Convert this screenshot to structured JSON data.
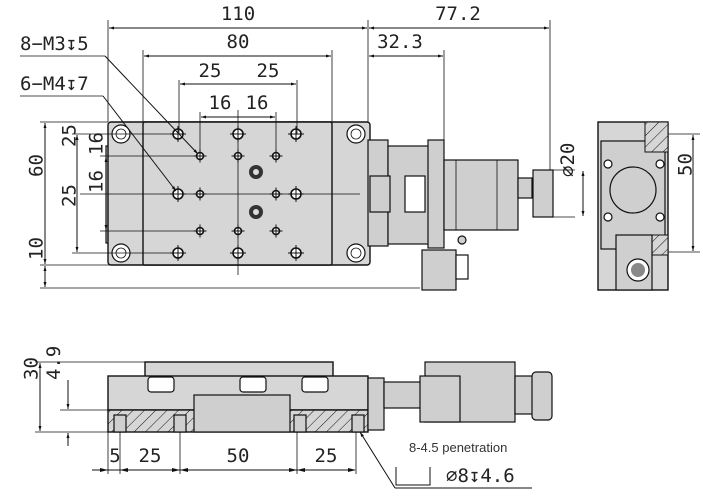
{
  "drawing": {
    "top_view": {
      "width_overall": "110",
      "motor_length": "77.2",
      "plate_width": "80",
      "flange_offset": "32.3",
      "hole_pitch_25_left": "25",
      "hole_pitch_25_right": "25",
      "hole_pitch_16_left": "16",
      "hole_pitch_16_right": "16",
      "height_overall": "60",
      "v_pitch_25_top": "25",
      "v_pitch_25_bottom": "25",
      "v_pitch_16_top": "16",
      "v_pitch_16_bottom": "16",
      "bottom_offset": "10",
      "callout_m3": "8−M3↧5",
      "callout_m4": "6−M4↧7"
    },
    "end_view": {
      "knob_diameter": "⌀20",
      "height": "50"
    },
    "side_view": {
      "height": "30",
      "offset": "4.9",
      "bottom_5": "5",
      "bottom_25_left": "25",
      "bottom_50": "50",
      "bottom_25_right": "25",
      "penetration_note": "8-4.5 penetration",
      "counterbore_callout": "⌀8↧4.6"
    }
  }
}
